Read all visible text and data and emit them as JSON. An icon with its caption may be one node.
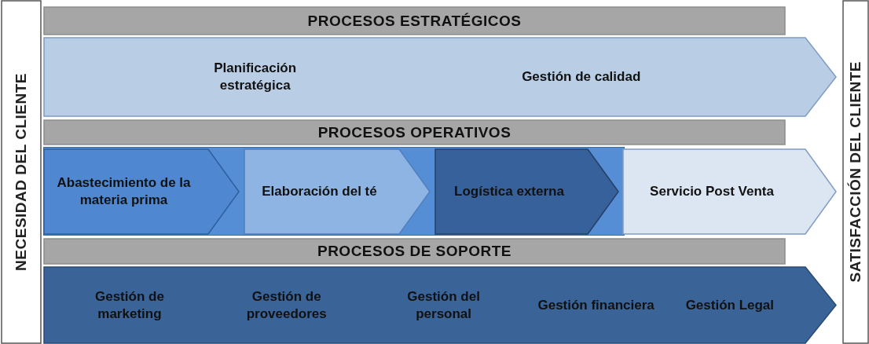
{
  "diagram": {
    "nodes": [
      {
        "text": [
          "NECESIDAD DEL CLIENTE"
        ]
      },
      {
        "text": [
          "PROCESOS ESTRATÉGICOS"
        ]
      },
      {
        "text": [
          "Planificación estratégica",
          "Gestión de calidad"
        ]
      },
      {
        "text": [
          "PROCESOS OPERATIVOS"
        ]
      },
      {
        "text": [
          "Abastecimiento de la materia prima"
        ]
      },
      {
        "text": [
          "Elaboración del té"
        ]
      },
      {
        "text": [
          "Logística externa"
        ]
      },
      {
        "text": [
          "Servicio Post Venta"
        ]
      },
      {
        "text": [
          "PROCESOS DE SOPORTE"
        ]
      },
      {
        "text": [
          "Gestión de marketing",
          "Gestión de proveedores",
          "Gestión del personal",
          "Gestión financiera",
          "Gestión Legal"
        ]
      },
      {
        "text": [
          "SATISFACCIÓN DEL CLIENTE"
        ]
      }
    ]
  }
}
